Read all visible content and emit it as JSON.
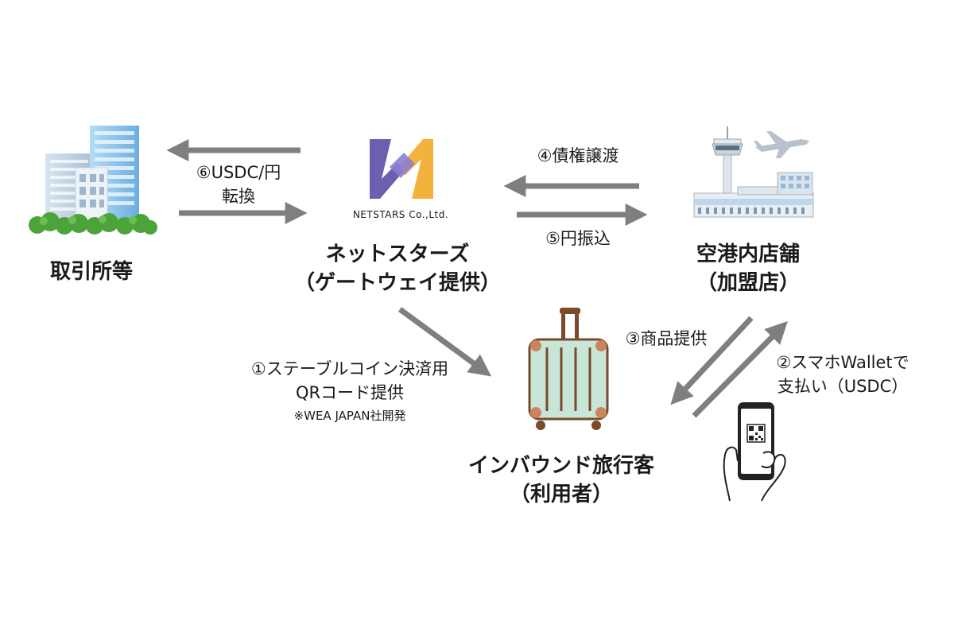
{
  "nodes": {
    "exchange": {
      "label": "取引所等",
      "icon": "office-building-icon"
    },
    "netstars": {
      "logo_text": "NETSTARS Co.,Ltd.",
      "label_line1": "ネットスターズ",
      "label_line2": "（ゲートウェイ提供）",
      "icon": "netstars-logo"
    },
    "airport_shop": {
      "label_line1": "空港内店舗",
      "label_line2": "（加盟店）",
      "icon": "airport-icon"
    },
    "traveler": {
      "label_line1": "インバウンド旅行客",
      "label_line2": "（利用者）",
      "icon": "suitcase-icon"
    },
    "smartphone": {
      "icon": "smartphone-qr-icon"
    }
  },
  "flows": {
    "step1": {
      "line1": "①ステーブルコイン決済用",
      "line2": "QRコード提供",
      "note": "※WEA JAPAN社開発"
    },
    "step2": {
      "line1": "②スマホWalletで",
      "line2": "支払い（USDC）"
    },
    "step3": {
      "label": "③商品提供"
    },
    "step4": {
      "label": "④債権譲渡"
    },
    "step5": {
      "label": "⑤円振込"
    },
    "step6": {
      "line1": "⑥USDC/円",
      "line2": "転換"
    }
  },
  "colors": {
    "arrow": "#7f7f7f",
    "logo_purple": "#6d5fb0",
    "logo_orange": "#f3b23c",
    "suitcase": "#c8e6d8",
    "suitcase_trim": "#7a4a2a",
    "building_blue": "#8fc4ea",
    "foliage": "#4ca33a"
  }
}
